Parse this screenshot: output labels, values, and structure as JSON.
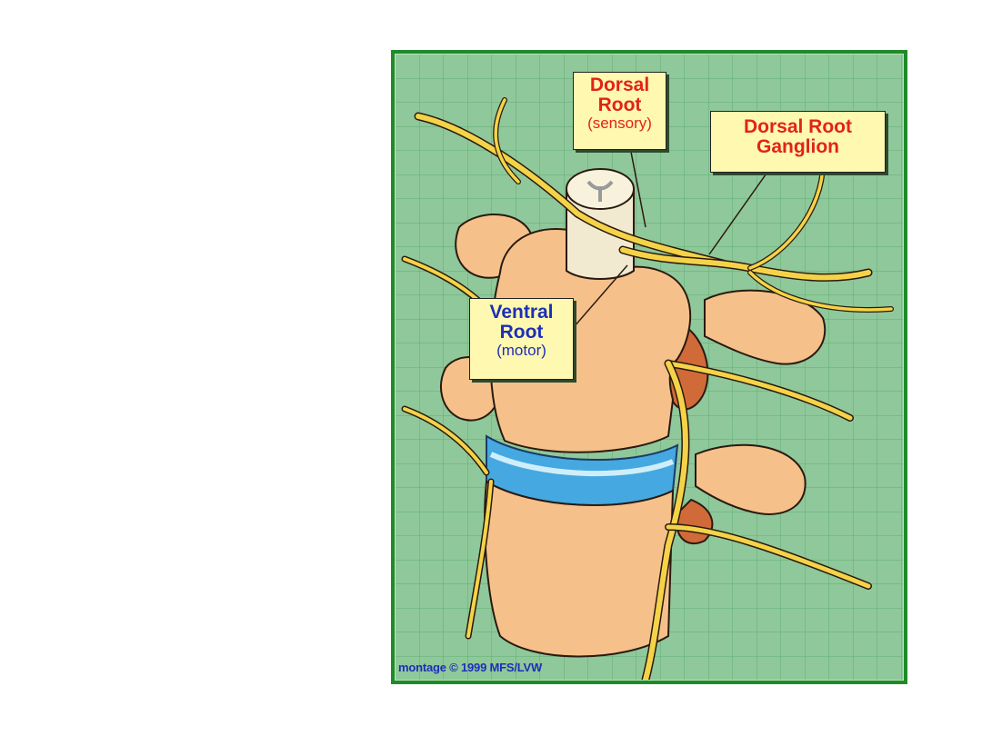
{
  "labels": {
    "dorsal_root": {
      "title": "Dorsal Root",
      "line1": "Dorsal",
      "line2": "Root",
      "subtitle": "(sensory)"
    },
    "dorsal_root_ganglion": {
      "line1": "Dorsal Root",
      "line2": "Ganglion"
    },
    "ventral_root": {
      "line1": "Ventral",
      "line2": "Root",
      "subtitle": "(motor)"
    }
  },
  "credit": "montage © 1999 MFS/LVW",
  "colors": {
    "frame": "#1f8a2a",
    "background": "#8fc89a",
    "grid": "#5fae72",
    "vertebra": "#f5c08a",
    "vertebra_shadow": "#d9925a",
    "disc": "#45a8e0",
    "nerve": "#f5d348",
    "spinal_cord": "#f2ead0",
    "callout_fill": "#fff8b0",
    "sensory_text": "#e2231a",
    "motor_text": "#1d2fb8"
  }
}
